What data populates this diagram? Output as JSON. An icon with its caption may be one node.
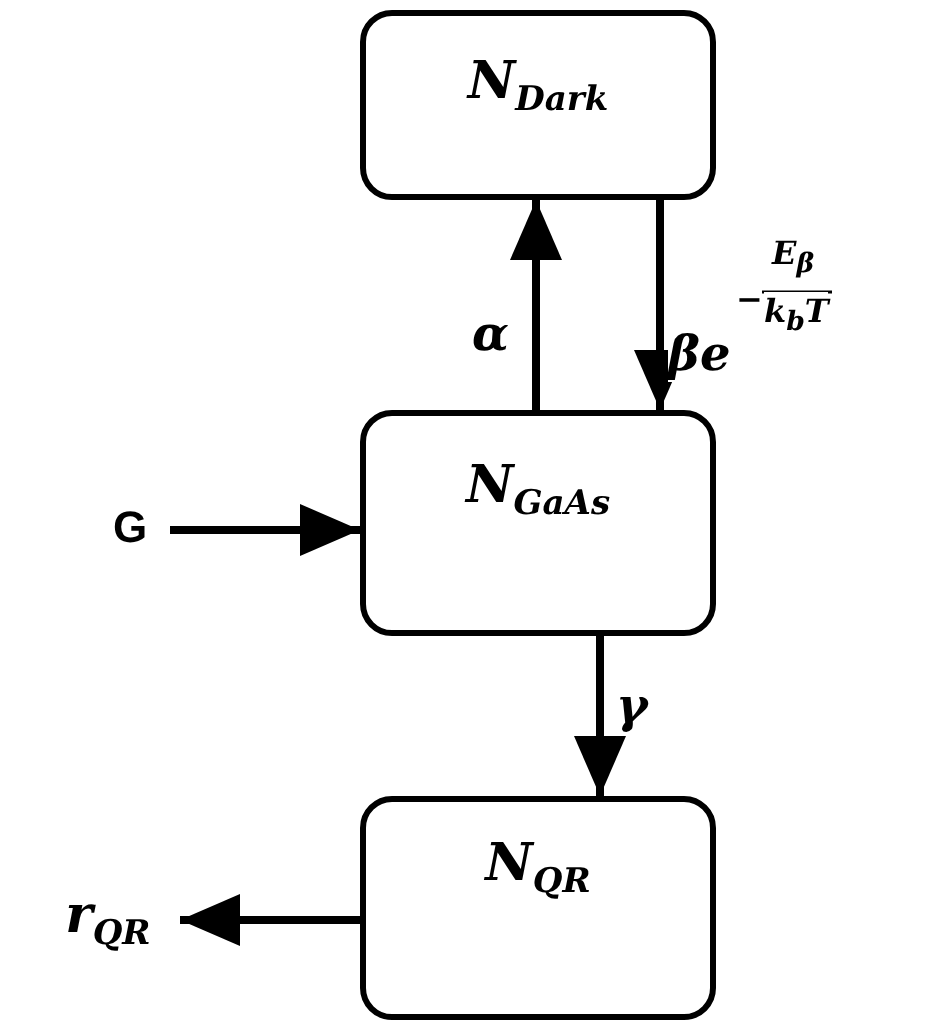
{
  "diagram": {
    "nodes": [
      {
        "text": [
          "N$_{Dark}$"
        ]
      },
      {
        "text": [
          "N$_{GaAs}$"
        ]
      },
      {
        "text": [
          "G"
        ]
      },
      {
        "text": [
          "N$_{QR}$"
        ]
      },
      {
        "text": [
          "r$_{QR}$"
        ]
      }
    ],
    "edges": [
      {
        "from": 1,
        "to": 0,
        "arrow": "to",
        "label": "α"
      },
      {
        "from": 0,
        "to": 1,
        "arrow": "to",
        "label": "βe"
      },
      {
        "from": 2,
        "to": 1,
        "arrow": "to"
      },
      {
        "from": 1,
        "to": 3,
        "arrow": "to",
        "label": "γ"
      },
      {
        "from": 3,
        "to": 4,
        "arrow": "to"
      }
    ],
    "labels": [
      "−",
      "E$_{β}$",
      "k$_{b}$T"
    ]
  }
}
